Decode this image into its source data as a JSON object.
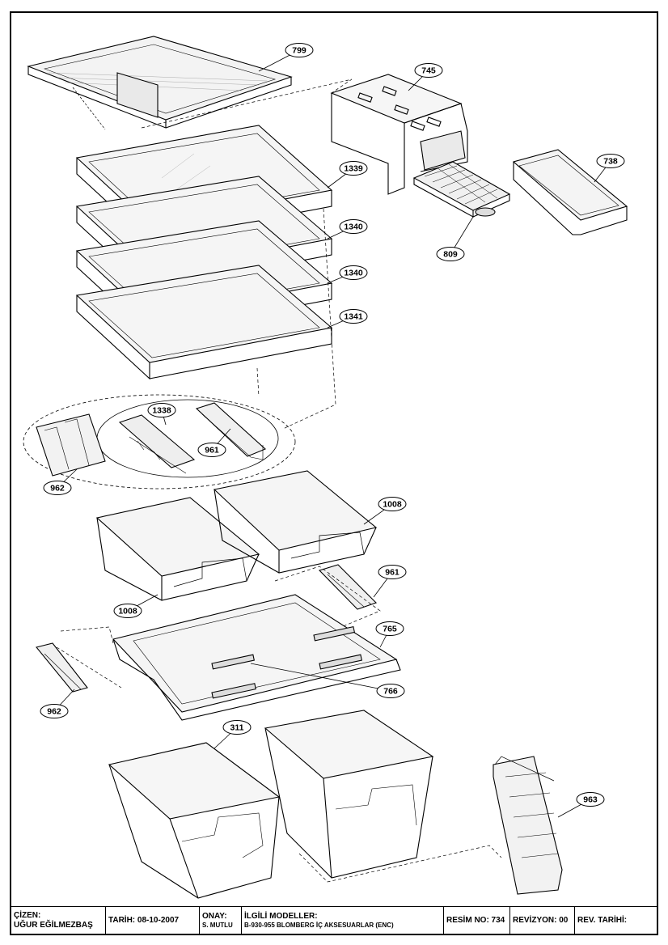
{
  "parts": {
    "p799": "799",
    "p745": "745",
    "p738": "738",
    "p1339": "1339",
    "p1340a": "1340",
    "p1340b": "1340",
    "p1341": "1341",
    "p809": "809",
    "p1338": "1338",
    "p961a": "961",
    "p962a": "962",
    "p1008a": "1008",
    "p1008b": "1008",
    "p961b": "961",
    "p765": "765",
    "p766": "766",
    "p962b": "962",
    "p311": "311",
    "p963": "963"
  },
  "title_block": {
    "cizen_label": "ÇİZEN:",
    "cizen_value": "UĞUR EĞİLMEZBAŞ",
    "tarih": "TARİH: 08-10-2007",
    "onay_label": "ONAY:",
    "onay_value": "S. MUTLU",
    "modeller_label": "İLGİLİ MODELLER:",
    "modeller_value": "B-930-955 BLOMBERG İÇ AKSESUARLAR (ENC)",
    "resim_no": "RESİM NO: 734",
    "revizyon": "REVİZYON: 00",
    "rev_tarihi": "REV. TARİHİ:"
  }
}
